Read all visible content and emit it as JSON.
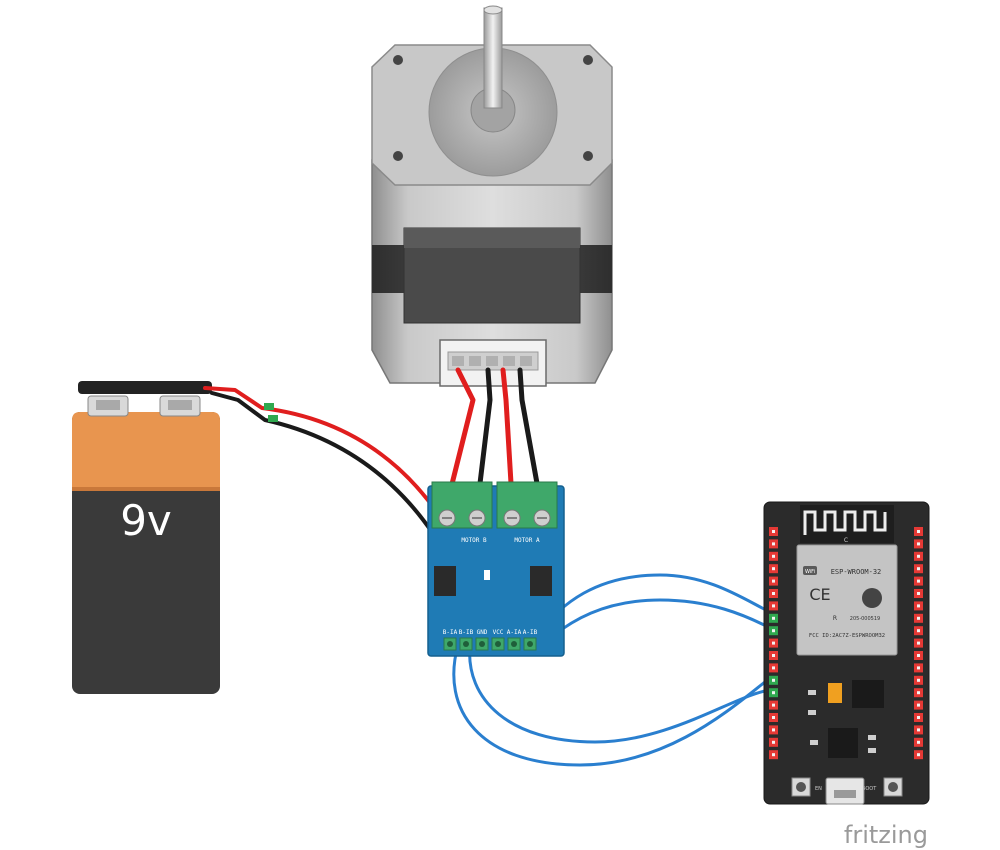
{
  "battery": {
    "label": "9v"
  },
  "driver": {
    "motor_b_label": "MOTOR B",
    "motor_a_label": "MOTOR A",
    "pin_labels": [
      "B-IA",
      "B-IB",
      "GND",
      "VCC",
      "A-IA",
      "A-IB"
    ]
  },
  "esp32": {
    "module_name": "ESP-WROOM-32",
    "fcc_id": "FCC ID:2AC7Z-ESPWROOM32",
    "ce_mark": "CE",
    "wifi_logo": "WiFi",
    "r_code": "R",
    "mic_code": "205-000519",
    "antenna_label": "C",
    "button_en": "EN",
    "button_boot": "BOOT"
  },
  "watermark": "fritzing",
  "colors": {
    "battery_orange": "#e8954f",
    "battery_black": "#3a3a3a",
    "driver_blue": "#1f7bb5",
    "terminal_green": "#3fa86a",
    "wire_red": "#e01e1e",
    "wire_black": "#1a1a1a",
    "wire_blue": "#2a7fcf",
    "esp_board": "#2b2b2b",
    "esp_pin_red": "#e53935",
    "motor_gray": "#b9b9b9"
  }
}
